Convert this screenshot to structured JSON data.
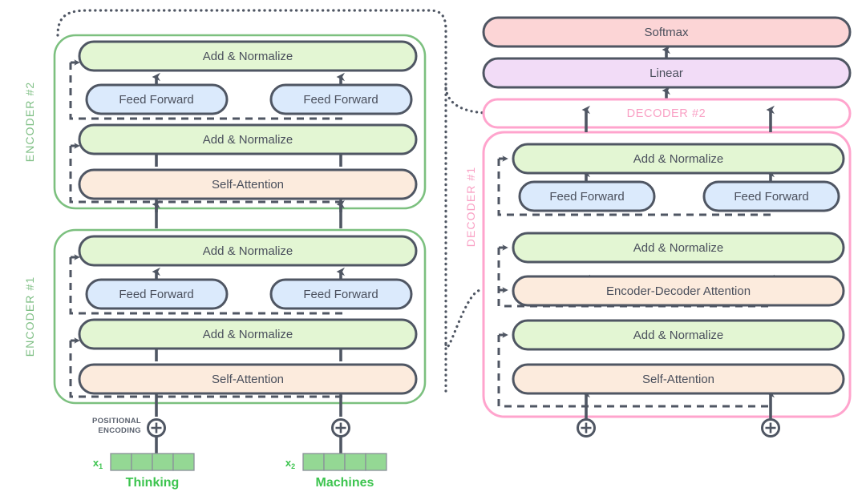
{
  "diagram": {
    "title": "Transformer encoder-decoder architecture",
    "colors": {
      "green_fill": "#e3f6d3",
      "blue_fill": "#dbeafc",
      "peach_fill": "#fcebdd",
      "pink_fill": "#fcd5d6",
      "purple_fill": "#f2dcf7",
      "stroke_dark": "#4f5663",
      "encoder_border": "#7cc07f",
      "decoder_border": "#ffa4cd",
      "encoder_label": "#7fbf85",
      "decoder_label": "#f9a0c4",
      "token_green": "#3dc44f",
      "embed_cell": "#94d894"
    },
    "labels": {
      "add_normalize": "Add & Normalize",
      "feed_forward": "Feed Forward",
      "self_attention": "Self-Attention",
      "encoder_decoder_attention": "Encoder-Decoder Attention",
      "softmax": "Softmax",
      "linear": "Linear"
    },
    "encoder_stack": {
      "blocks": [
        {
          "name": "ENCODER #2",
          "rows": [
            {
              "type": "add-normalize",
              "label": "Add & Normalize",
              "span": "full"
            },
            {
              "type": "feed-forward",
              "label": "Feed Forward",
              "span": "split",
              "count": 2
            },
            {
              "type": "add-normalize",
              "label": "Add & Normalize",
              "span": "full"
            },
            {
              "type": "self-attention",
              "label": "Self-Attention",
              "span": "full"
            }
          ]
        },
        {
          "name": "ENCODER #1",
          "rows": [
            {
              "type": "add-normalize",
              "label": "Add & Normalize",
              "span": "full"
            },
            {
              "type": "feed-forward",
              "label": "Feed Forward",
              "span": "split",
              "count": 2
            },
            {
              "type": "add-normalize",
              "label": "Add & Normalize",
              "span": "full"
            },
            {
              "type": "self-attention",
              "label": "Self-Attention",
              "span": "full"
            }
          ]
        }
      ]
    },
    "decoder_stack": {
      "top_blocks": [
        {
          "name": "softmax-box",
          "label": "Softmax"
        },
        {
          "name": "linear-box",
          "label": "Linear"
        }
      ],
      "collapsed_block": {
        "name": "DECODER #2",
        "label": "DECODER #2"
      },
      "blocks": [
        {
          "name": "DECODER #1",
          "rows": [
            {
              "type": "add-normalize",
              "label": "Add & Normalize",
              "span": "full"
            },
            {
              "type": "feed-forward",
              "label": "Feed Forward",
              "span": "split",
              "count": 2
            },
            {
              "type": "add-normalize",
              "label": "Add & Normalize",
              "span": "full"
            },
            {
              "type": "encoder-decoder-attention",
              "label": "Encoder-Decoder Attention",
              "span": "full"
            },
            {
              "type": "add-normalize",
              "label": "Add & Normalize",
              "span": "full"
            },
            {
              "type": "self-attention",
              "label": "Self-Attention",
              "span": "full"
            }
          ]
        }
      ]
    },
    "inputs": {
      "positional_encoding_line1": "POSITIONAL",
      "positional_encoding_line2": "ENCODING",
      "plus_symbol": "⊕",
      "tokens": [
        {
          "var": "x",
          "sub": "1",
          "word": "Thinking",
          "cells": 4
        },
        {
          "var": "x",
          "sub": "2",
          "word": "Machines",
          "cells": 4
        }
      ]
    },
    "decoder_inputs": {
      "plus_symbol": "⊕",
      "count": 2
    }
  }
}
